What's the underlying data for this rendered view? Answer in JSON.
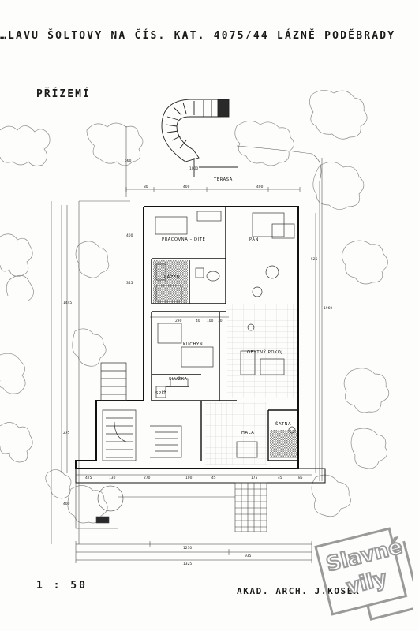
{
  "sheet": {
    "title": "…LAVU ŠOLTOVY NA ČÍS. KAT. 4075/44  LÁZNĚ PODĚBRADY",
    "floor_label": "PŘÍZEMÍ",
    "scale": "1 : 50",
    "architect": "AKAD. ARCH. J.KOSEK"
  },
  "rooms": {
    "terasa": "TERASA",
    "pracovna": "PRACOVNA – DÍTĚ",
    "pan": "PÁN",
    "lazen": "LÁZEŇ",
    "kuchyn": "KUCHYŇ",
    "obytny": "OBYTNÝ POKOJ",
    "sluzka": "SLUŽKA",
    "spiz": "SPÍŽ",
    "hala": "HALA",
    "satna": "ŠATNA"
  },
  "dimensions": {
    "top_row": [
      "80",
      "400",
      "1000",
      "400"
    ],
    "mid_row": [
      "290",
      "40",
      "100",
      "10"
    ],
    "bottom_row": [
      "425",
      "130",
      "270",
      "100",
      "45",
      "175",
      "45",
      "85"
    ],
    "base_total_1": "1210",
    "base_total_2": "935",
    "base_total_3": "1325",
    "left_chain": [
      "560",
      "400",
      "345",
      "1445",
      "275",
      "400"
    ],
    "right_chain": [
      "525",
      "1960"
    ]
  },
  "watermark": {
    "line1": "Slavné",
    "line2": "vily"
  },
  "colors": {
    "ink": "#1a1a1a",
    "tile": "#2a2a2a",
    "watermark": "#9a9a9a"
  }
}
